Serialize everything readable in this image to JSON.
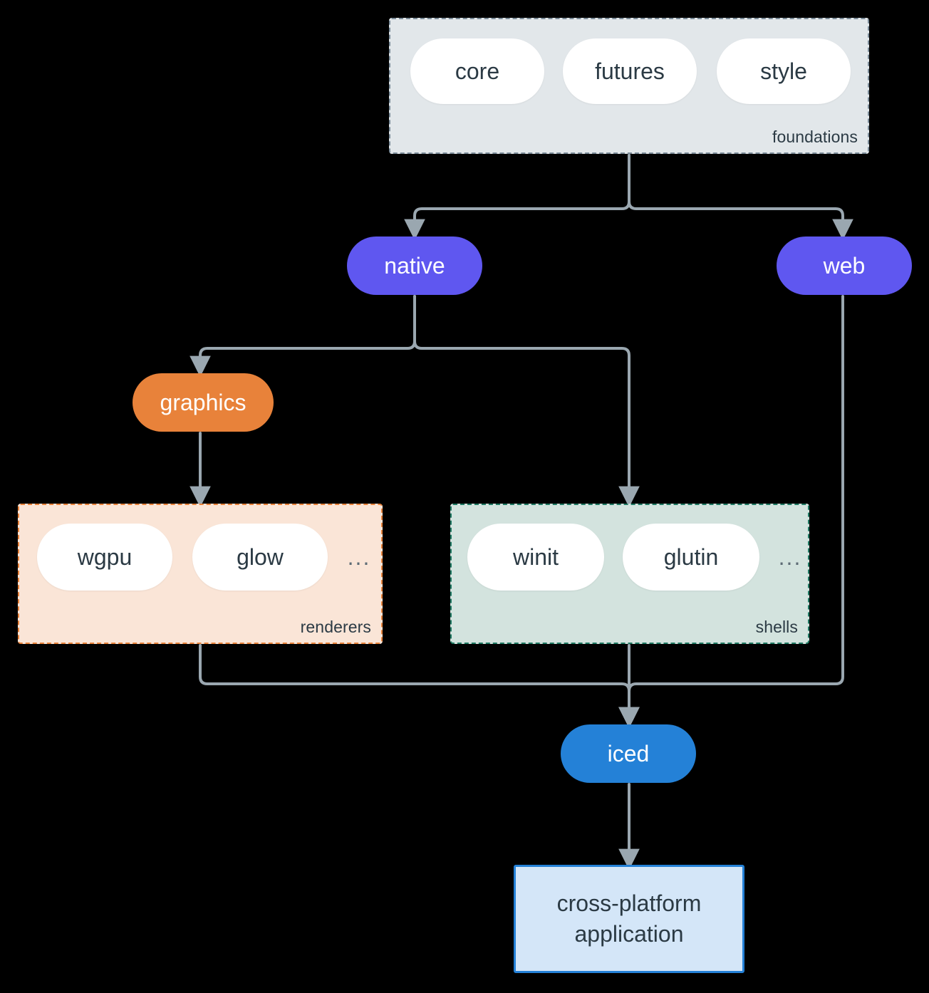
{
  "diagram": {
    "type": "architecture-flow",
    "background": "#000000",
    "edge_color": "#9aa7b0"
  },
  "groups": {
    "foundations": {
      "label": "foundations",
      "fill": "#e2e7ea",
      "border": "#7b8c99",
      "border_style": "dashed",
      "items": [
        {
          "label": "core"
        },
        {
          "label": "futures"
        },
        {
          "label": "style"
        }
      ]
    },
    "renderers": {
      "label": "renderers",
      "fill": "#fae5d7",
      "border": "#e8823a",
      "border_style": "dashed",
      "items": [
        {
          "label": "wgpu"
        },
        {
          "label": "glow"
        }
      ],
      "more": "..."
    },
    "shells": {
      "label": "shells",
      "fill": "#d3e3de",
      "border": "#1f7a63",
      "border_style": "dashed",
      "items": [
        {
          "label": "winit"
        },
        {
          "label": "glutin"
        }
      ],
      "more": "..."
    }
  },
  "nodes": {
    "native": {
      "label": "native",
      "color": "#5f57f0",
      "text_color": "#ffffff",
      "shape": "pill"
    },
    "web": {
      "label": "web",
      "color": "#5f57f0",
      "text_color": "#ffffff",
      "shape": "pill"
    },
    "graphics": {
      "label": "graphics",
      "color": "#e8823a",
      "text_color": "#ffffff",
      "shape": "pill"
    },
    "iced": {
      "label": "iced",
      "color": "#2481d7",
      "text_color": "#ffffff",
      "shape": "pill"
    },
    "application": {
      "line1": "cross-platform",
      "line2": "application",
      "fill": "#d4e6f8",
      "border": "#2481d7",
      "text_color": "#2b3a44",
      "shape": "rect"
    }
  },
  "edges": [
    {
      "from": "foundations",
      "to": "native"
    },
    {
      "from": "foundations",
      "to": "web"
    },
    {
      "from": "native",
      "to": "graphics"
    },
    {
      "from": "native",
      "to": "shells"
    },
    {
      "from": "graphics",
      "to": "renderers"
    },
    {
      "from": "renderers",
      "to": "iced"
    },
    {
      "from": "shells",
      "to": "iced"
    },
    {
      "from": "web",
      "to": "iced"
    },
    {
      "from": "iced",
      "to": "application"
    }
  ]
}
